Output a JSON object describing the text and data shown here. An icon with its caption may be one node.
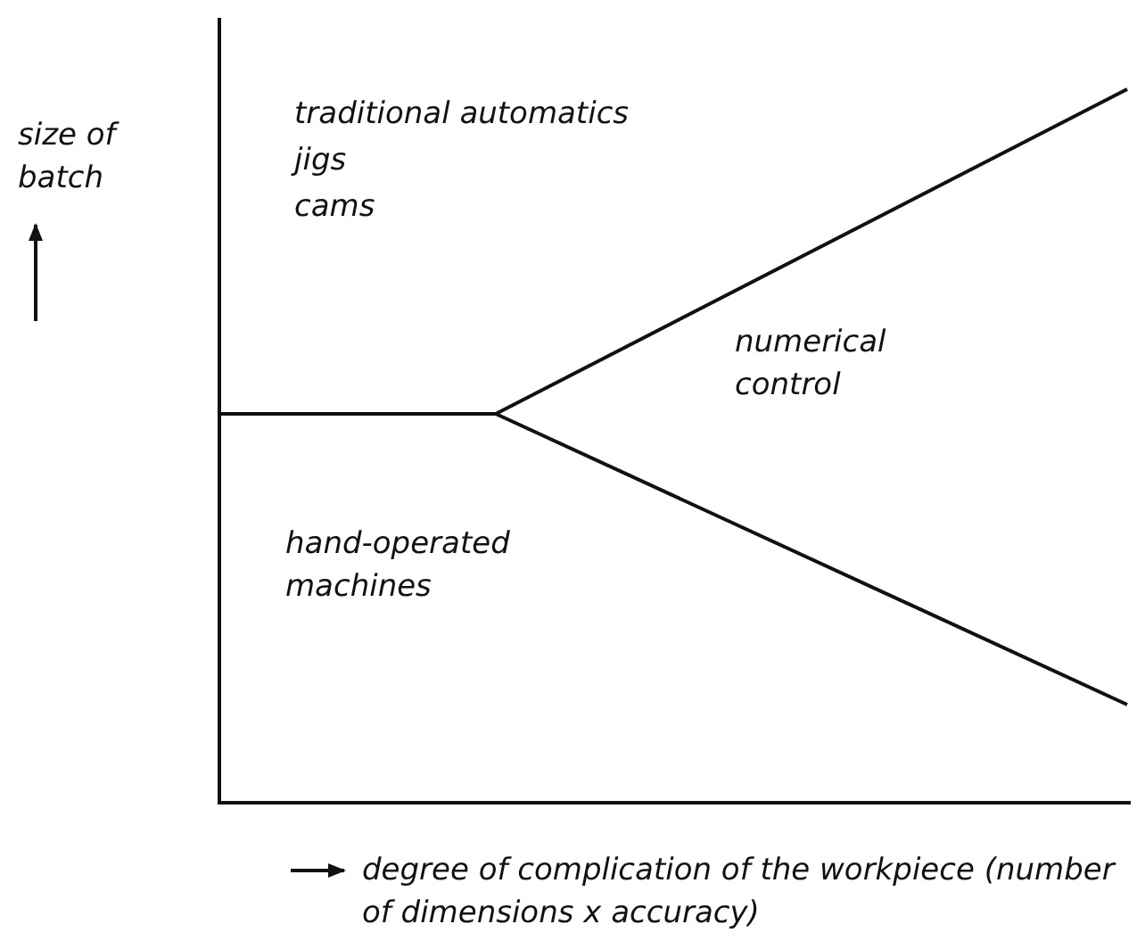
{
  "diagram": {
    "labels": [
      "size of batch",
      "traditional automatics",
      "jigs",
      "cams",
      "numerical control",
      "hand-operated machines",
      "degree of complication of the workpiece (number of dimensions x accuracy)"
    ]
  }
}
